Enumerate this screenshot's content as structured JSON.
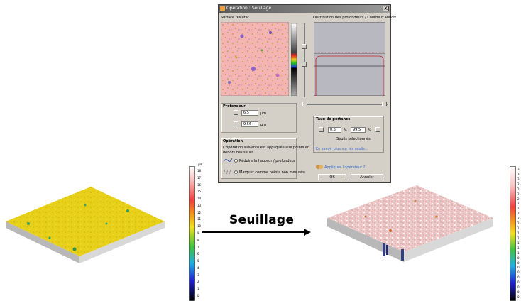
{
  "dialog": {
    "title": "Opération : Seuillage",
    "close_label": "X",
    "surface_label": "Surface résultat",
    "distribution_label": "Distribution des profondeurs / Courbe d'Abbott",
    "profondeur_label": "Profondeur",
    "depth_top_value": "6.5",
    "depth_bottom_value": "9.56",
    "depth_unit": "µm",
    "operation_label": "Opération",
    "operation_desc_line1": "L'opération suivante est appliquée aux points en",
    "operation_desc_line2": "dehors des seuils",
    "option_reduce": "Réduire la hauteur / profondeur",
    "option_mark": "Marquer comme points non mesurés",
    "taux_label": "Taux de portance",
    "taux_left_value": "0.5",
    "taux_right_value": "99.5",
    "percent": "%",
    "seuils_label": "Seuils sélectionnés",
    "link_text": "En savoir plus sur les seuils...",
    "operator_label": "Appliquer l'opérateur ?",
    "ok_label": "OK",
    "cancel_label": "Annuler"
  },
  "arrow_label": "Seuillage",
  "left_colorbar": {
    "unit": "µm",
    "ticks": [
      "18",
      "17",
      "16",
      "15",
      "14",
      "13",
      "12",
      "11",
      "10",
      "9",
      "8",
      "7",
      "6",
      "5",
      "4",
      "3",
      "2",
      "1",
      "0"
    ]
  },
  "right_colorbar": {
    "ticks": [
      "3",
      "3",
      "3",
      "2",
      "2",
      "2",
      "2",
      "2",
      "2",
      "2",
      "2",
      "2",
      "1",
      "1",
      "1",
      "1",
      "1",
      "1",
      "0",
      "0",
      "0",
      "0",
      "0",
      "0",
      "0",
      "0",
      "0"
    ]
  },
  "colors": {
    "surface_pink": "#f4b4b4",
    "left_surface_yellow": "#e8d018",
    "dialog_gray": "#d4d0c8",
    "link_blue": "#3a6ad0",
    "arrow_black": "#000000"
  }
}
